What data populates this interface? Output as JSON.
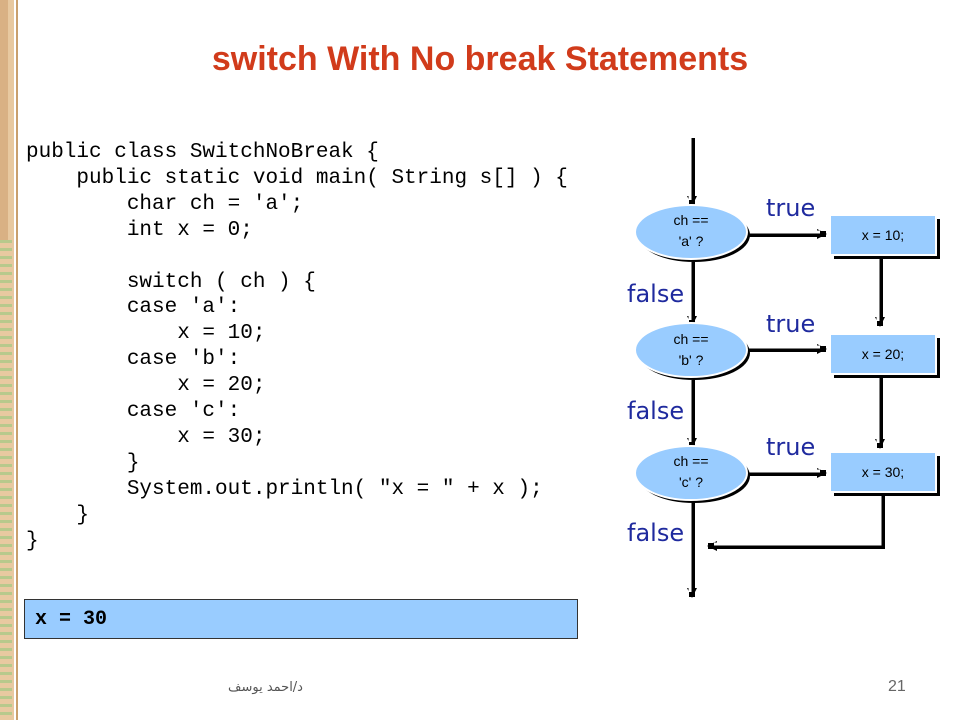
{
  "title": "switch With No break Statements",
  "code": "public class SwitchNoBreak {\n    public static void main( String s[] ) {\n        char ch = 'a';\n        int x = 0;\n\n        switch ( ch ) {\n        case 'a':\n            x = 10;\n        case 'b':\n            x = 20;\n        case 'c':\n            x = 30;\n        }\n        System.out.println( \"x = \" + x );\n    }\n}",
  "output": "x = 30",
  "footer": {
    "author": "د/احمد يوسف",
    "page": "21"
  },
  "flowchart": {
    "decisions": [
      {
        "line1": "ch ==",
        "line2": "'a' ?"
      },
      {
        "line1": "ch ==",
        "line2": "'b' ?"
      },
      {
        "line1": "ch ==",
        "line2": "'c' ?"
      }
    ],
    "actions": [
      "x = 10;",
      "x = 20;",
      "x = 30;"
    ],
    "true_label": "true",
    "false_label": "false"
  },
  "colors": {
    "title": "#d13b1b",
    "node_fill": "#99ccff",
    "edge_label": "#1f2a9e",
    "output_bg": "#99ccff"
  }
}
